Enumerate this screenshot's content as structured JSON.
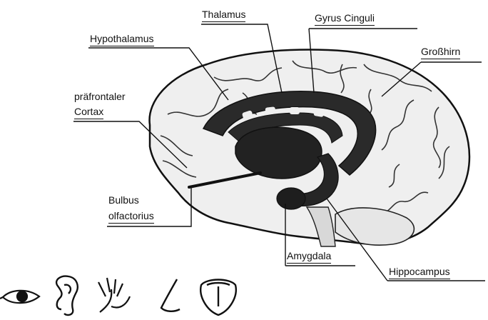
{
  "labels": {
    "thalamus": "Thalamus",
    "gyrus_cinguli": "Gyrus Cinguli",
    "hypothalamus": "Hypothalamus",
    "grosshirn": "Großhirn",
    "praefrontaler_line1": "präfrontaler",
    "praefrontaler_line2": "Cortax",
    "bulbus_line1": "Bulbus",
    "bulbus_line2": "olfactorius",
    "amygdala": "Amygdala",
    "hippocampus": "Hippocampus"
  },
  "sense_icons": [
    "eye-icon",
    "ear-icon",
    "hand-icon",
    "nose-icon",
    "tongue-icon"
  ],
  "colors": {
    "ink": "#111111",
    "brain_fill": "#efefef",
    "limbic_fill": "#2a2a2a",
    "cerebellum_fill": "#e6e6e6"
  }
}
